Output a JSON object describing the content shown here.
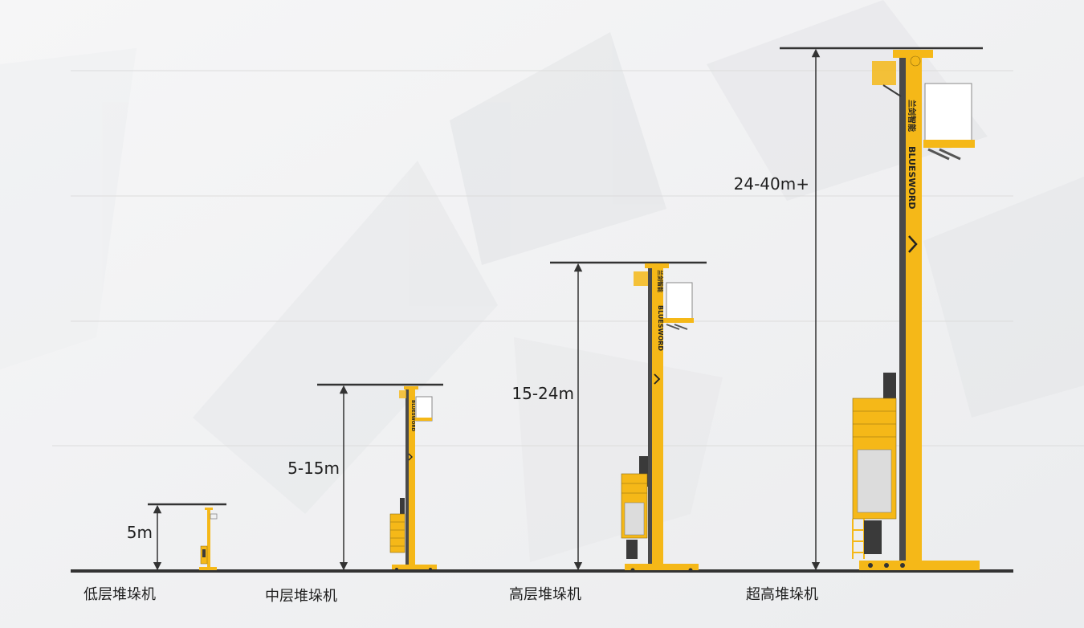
{
  "colors": {
    "machine_yellow": "#f5b818",
    "machine_dark": "#3a3a3a",
    "ground": "#333333",
    "background": "#f1f2f3"
  },
  "machines": [
    {
      "name": "低层堆垛机",
      "height_label": "5m"
    },
    {
      "name": "中层堆垛机",
      "height_label": "5-15m"
    },
    {
      "name": "高层堆垛机",
      "height_label": "15-24m"
    },
    {
      "name": "超高堆垛机",
      "height_label": "24-40m+"
    }
  ],
  "brand": {
    "en": "BLUESWORD",
    "cn": "兰剑智能"
  }
}
